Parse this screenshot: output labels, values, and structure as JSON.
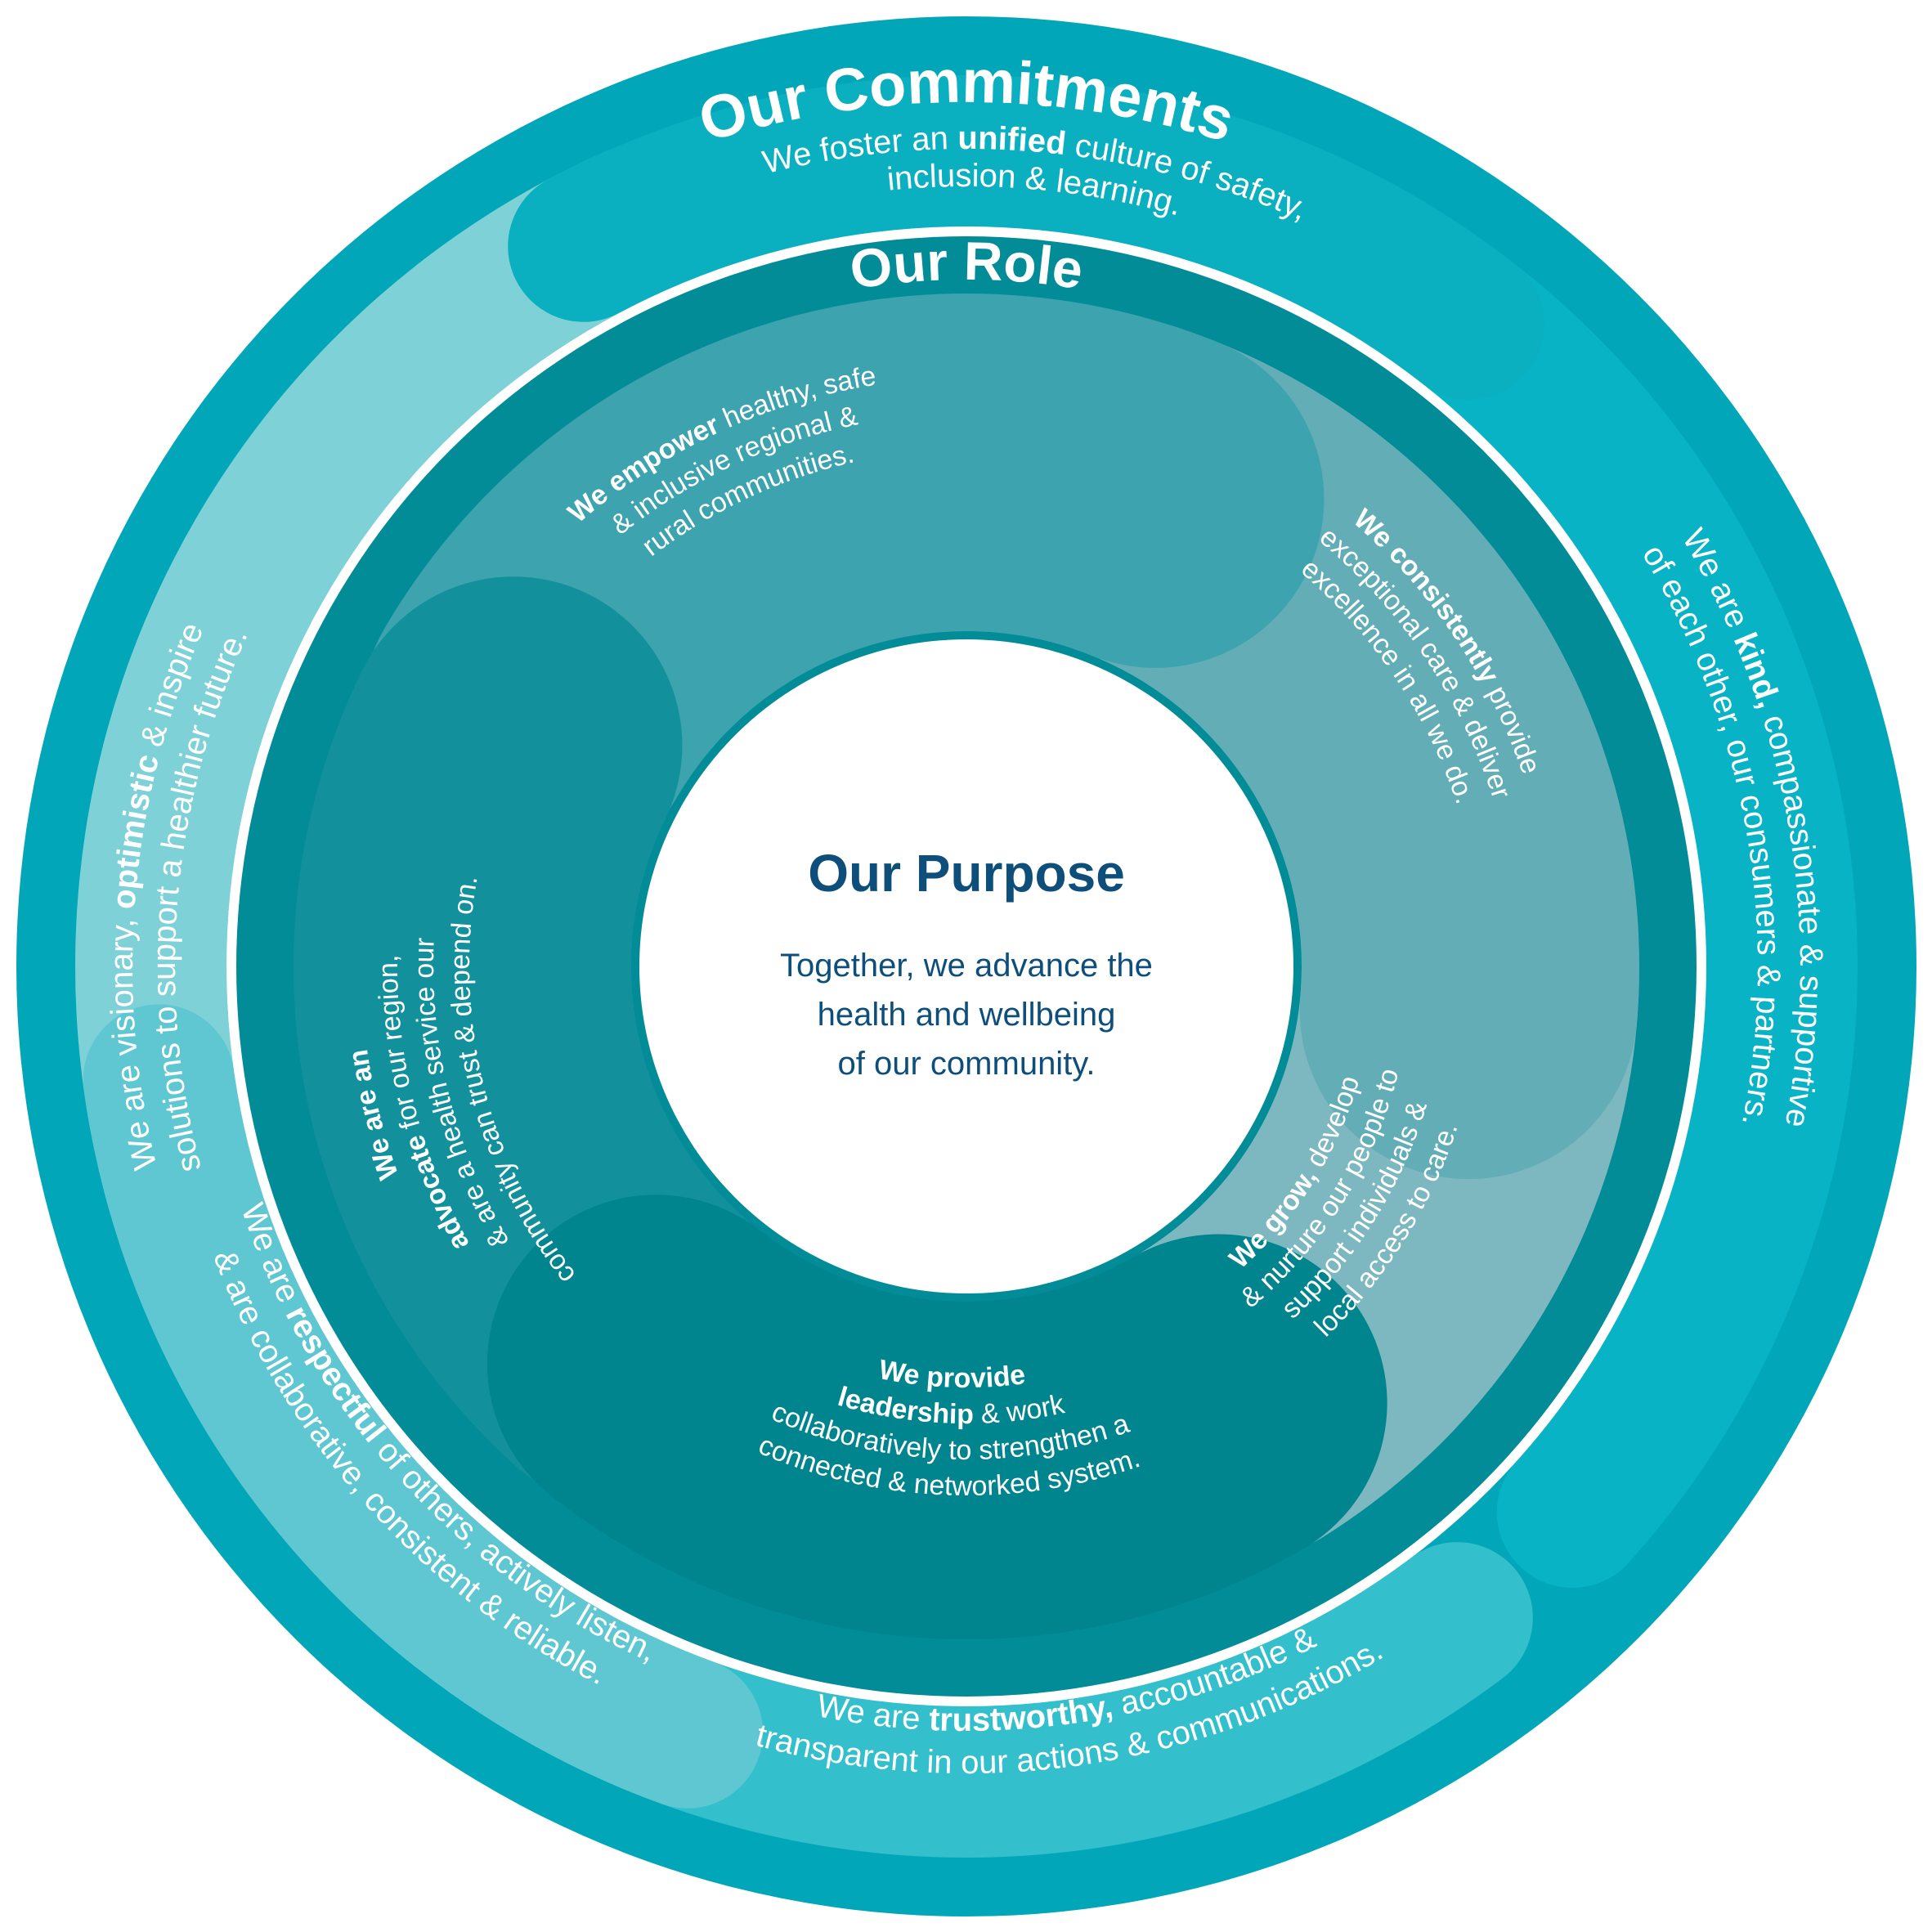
{
  "outer": {
    "title": "Our Commitments",
    "commitments": [
      {
        "id": "unified",
        "lines": [
          [
            {
              "t": "We foster an "
            },
            {
              "t": "unified",
              "b": true
            },
            {
              "t": " culture of safety,"
            }
          ],
          [
            {
              "t": "inclusion & learning."
            }
          ]
        ]
      },
      {
        "id": "kind",
        "lines": [
          [
            {
              "t": "We are "
            },
            {
              "t": "kind,",
              "b": true
            },
            {
              "t": " compassionate & supportive"
            }
          ],
          [
            {
              "t": "of each other, our consumers & partners."
            }
          ]
        ]
      },
      {
        "id": "trustworthy",
        "lines": [
          [
            {
              "t": "We are "
            },
            {
              "t": "trustworthy,",
              "b": true
            },
            {
              "t": " accountable &"
            }
          ],
          [
            {
              "t": "transparent in our actions & communications."
            }
          ]
        ]
      },
      {
        "id": "respectful",
        "lines": [
          [
            {
              "t": "We are "
            },
            {
              "t": "respectful",
              "b": true
            },
            {
              "t": " of others, actively listen,"
            }
          ],
          [
            {
              "t": "& are collaborative, consistent & reliable."
            }
          ]
        ]
      },
      {
        "id": "optimistic",
        "lines": [
          [
            {
              "t": "We are visionary, "
            },
            {
              "t": "optimistic",
              "b": true
            },
            {
              "t": " & inspire"
            }
          ],
          [
            {
              "t": "solutions to support a healthier future."
            }
          ]
        ]
      }
    ]
  },
  "middle": {
    "title": "Our Role",
    "roles": [
      {
        "id": "empower",
        "lines": [
          [
            {
              "t": "We empower",
              "b": true
            },
            {
              "t": " healthy, safe"
            }
          ],
          [
            {
              "t": "& inclusive regional &"
            }
          ],
          [
            {
              "t": "rural communities."
            }
          ]
        ]
      },
      {
        "id": "consistently",
        "lines": [
          [
            {
              "t": "We consistently",
              "b": true
            },
            {
              "t": " provide"
            }
          ],
          [
            {
              "t": "exceptional care & deliver"
            }
          ],
          [
            {
              "t": "excellence in all we do."
            }
          ]
        ]
      },
      {
        "id": "grow",
        "lines": [
          [
            {
              "t": "We grow,",
              "b": true
            },
            {
              "t": " develop"
            }
          ],
          [
            {
              "t": "& nurture our people to"
            }
          ],
          [
            {
              "t": "support individuals &"
            }
          ],
          [
            {
              "t": "local access to care."
            }
          ]
        ]
      },
      {
        "id": "leadership",
        "lines": [
          [
            {
              "t": "We provide",
              "b": true
            }
          ],
          [
            {
              "t": "leadership",
              "b": true
            },
            {
              "t": " & work"
            }
          ],
          [
            {
              "t": "collaboratively to strengthen a"
            }
          ],
          [
            {
              "t": "connected & networked system."
            }
          ]
        ]
      },
      {
        "id": "advocate",
        "lines": [
          [
            {
              "t": "We are an",
              "b": true
            }
          ],
          [
            {
              "t": "advocate",
              "b": true
            },
            {
              "t": " for our region,"
            }
          ],
          [
            {
              "t": "& are a health service our"
            }
          ],
          [
            {
              "t": "community can trust & depend on."
            }
          ]
        ]
      }
    ]
  },
  "center": {
    "title": "Our Purpose",
    "lines": [
      "Together, we advance the",
      "health and wellbeing",
      "of our community."
    ]
  },
  "colors": {
    "outer_ring": "#01A7B8",
    "band_unified": "#0AAFC0",
    "band_kind": "#07B3C4",
    "band_trustworthy": "#33BFCB",
    "band_respectful": "#5FC7D2",
    "band_optimistic": "#7FD1D8",
    "role_ring": "#018C97",
    "role_empower": "#3DA3AE",
    "role_consistently": "#63AEB6",
    "role_grow": "#7DB8C0",
    "role_leadership": "#00848E",
    "role_advocate": "#12919C",
    "center_text": "#0D4E7A",
    "white": "#FFFFFF"
  }
}
